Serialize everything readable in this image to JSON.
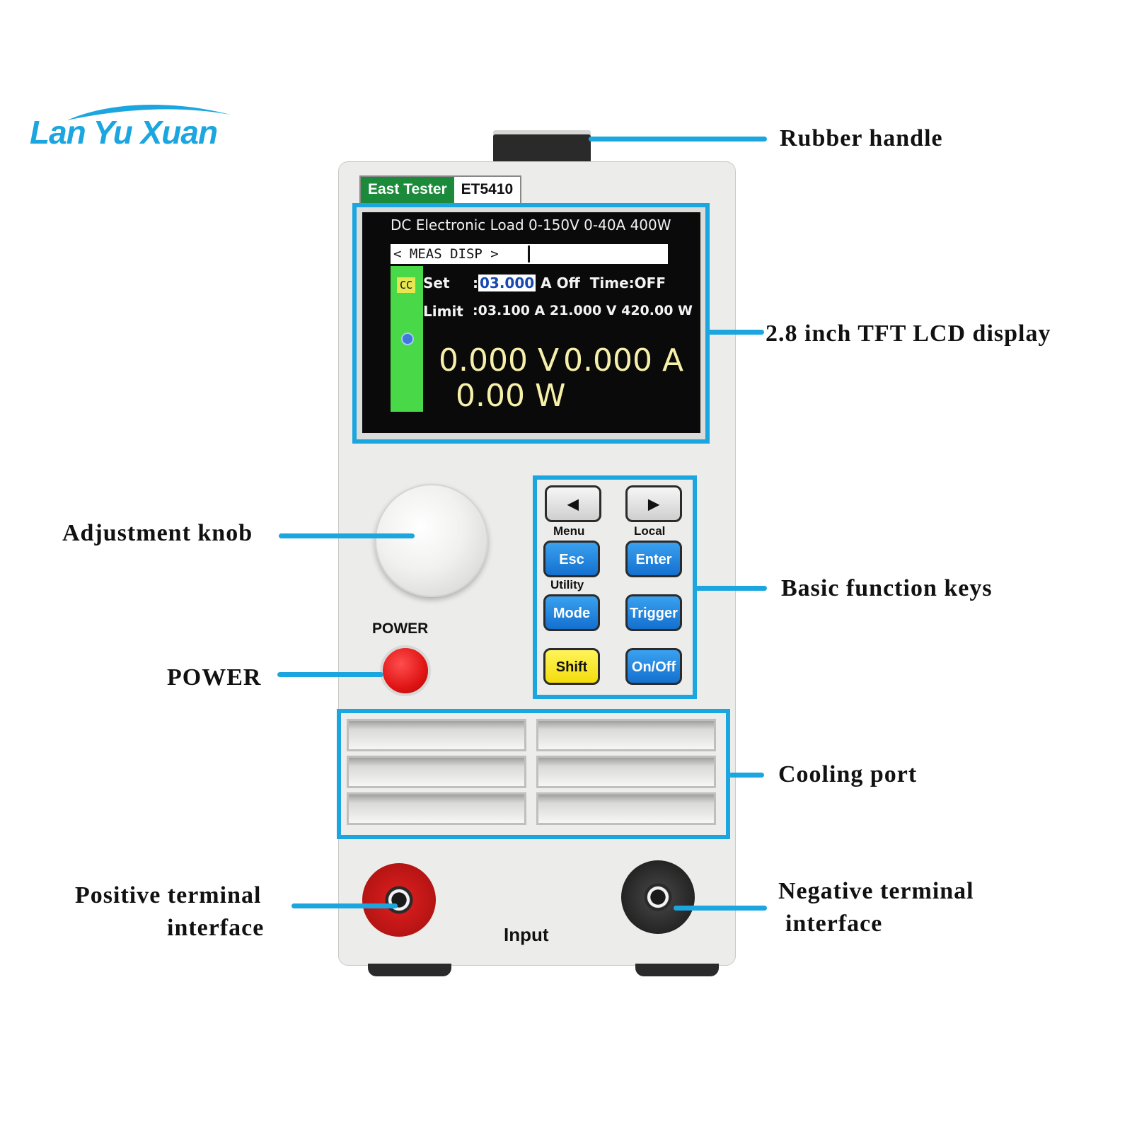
{
  "brand_logo": "Lan Yu Xuan",
  "device": {
    "brand": "East Tester",
    "model": "ET5410",
    "power_label": "POWER",
    "input_label": "Input",
    "screen": {
      "title": "DC Electronic Load 0-150V 0-40A 400W",
      "tab": "< MEAS   DISP >",
      "mode_badge": "CC",
      "set_label": "Set",
      "set_value": "03.000",
      "set_unit": "A",
      "set_state": "Off",
      "time_text": "Time:OFF",
      "limit_label": "Limit",
      "limit_values": ":03.100 A 21.000 V 420.00 W",
      "voltage": "0.000 V",
      "current": "0.000 A",
      "power": "0.00 W"
    },
    "keys": {
      "left_arrow": "◀",
      "right_arrow": "▶",
      "menu_label": "Menu",
      "local_label": "Local",
      "esc": "Esc",
      "enter": "Enter",
      "utility_label": "Utility",
      "mode": "Mode",
      "trigger": "Trigger",
      "shift": "Shift",
      "onoff": "On/Off"
    }
  },
  "callouts": {
    "rubber_handle": "Rubber handle",
    "lcd_display": "2.8 inch TFT LCD display",
    "adjustment_knob": "Adjustment knob",
    "function_keys": "Basic function keys",
    "power": "POWER",
    "cooling_port": "Cooling port",
    "positive_terminal_1": "Positive terminal",
    "positive_terminal_2": "interface",
    "negative_terminal_1": "Negative terminal",
    "negative_terminal_2": "interface"
  },
  "colors": {
    "accent": "#1ba6df",
    "screen_green": "#49d948",
    "power_red": "#e01515"
  }
}
